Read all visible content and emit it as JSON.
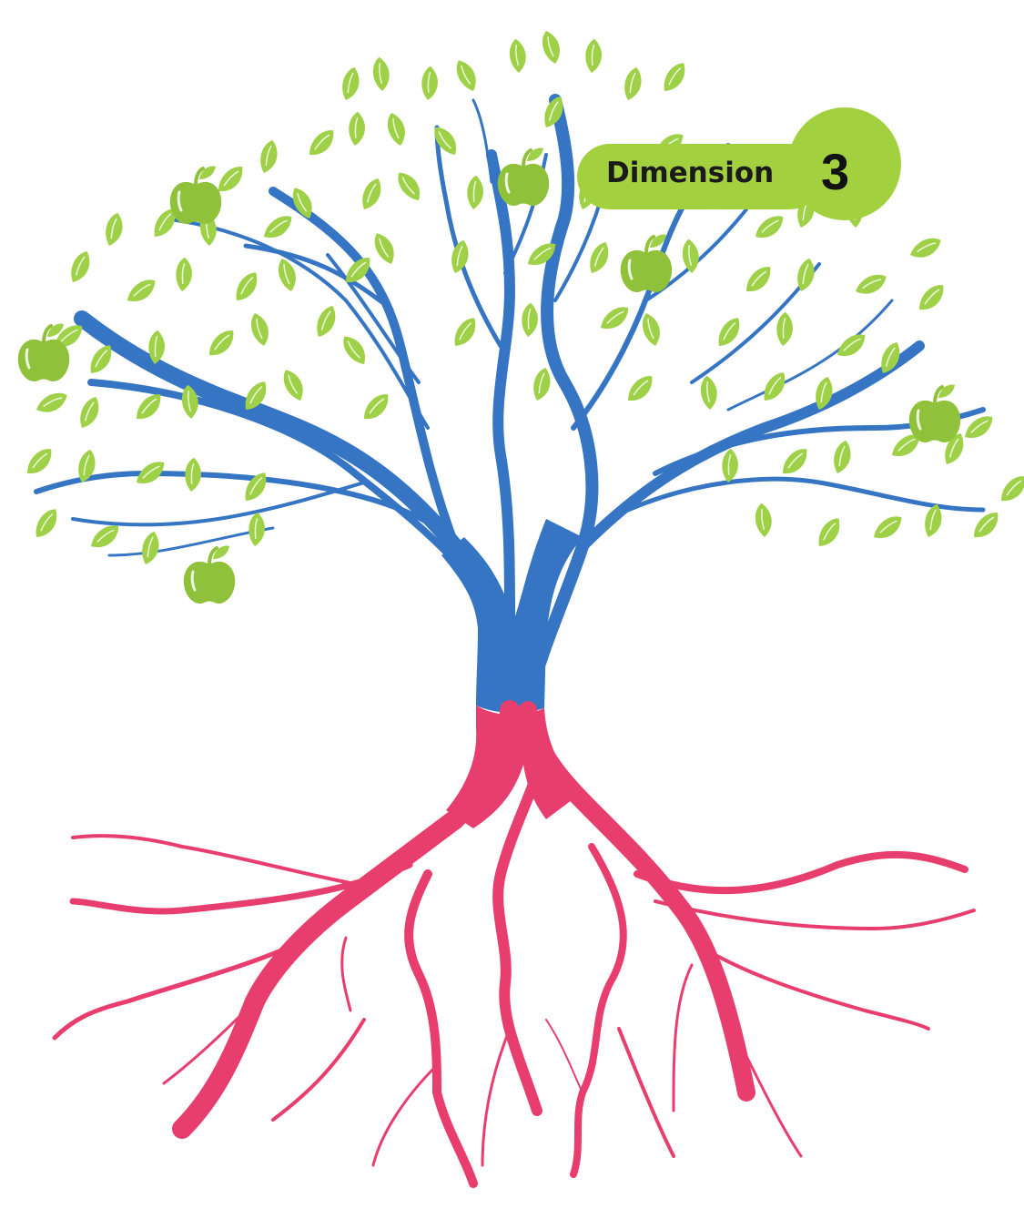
{
  "figure": {
    "subject": "tree-with-roots",
    "colors": {
      "branches": "#3575c3",
      "roots": "#e83e6e",
      "leaves": "#9fd148",
      "apples": "#8fc13a",
      "badge": "#a2d03f",
      "background": "#ffffff"
    }
  },
  "badge": {
    "label": "Dimension",
    "number": "3"
  }
}
